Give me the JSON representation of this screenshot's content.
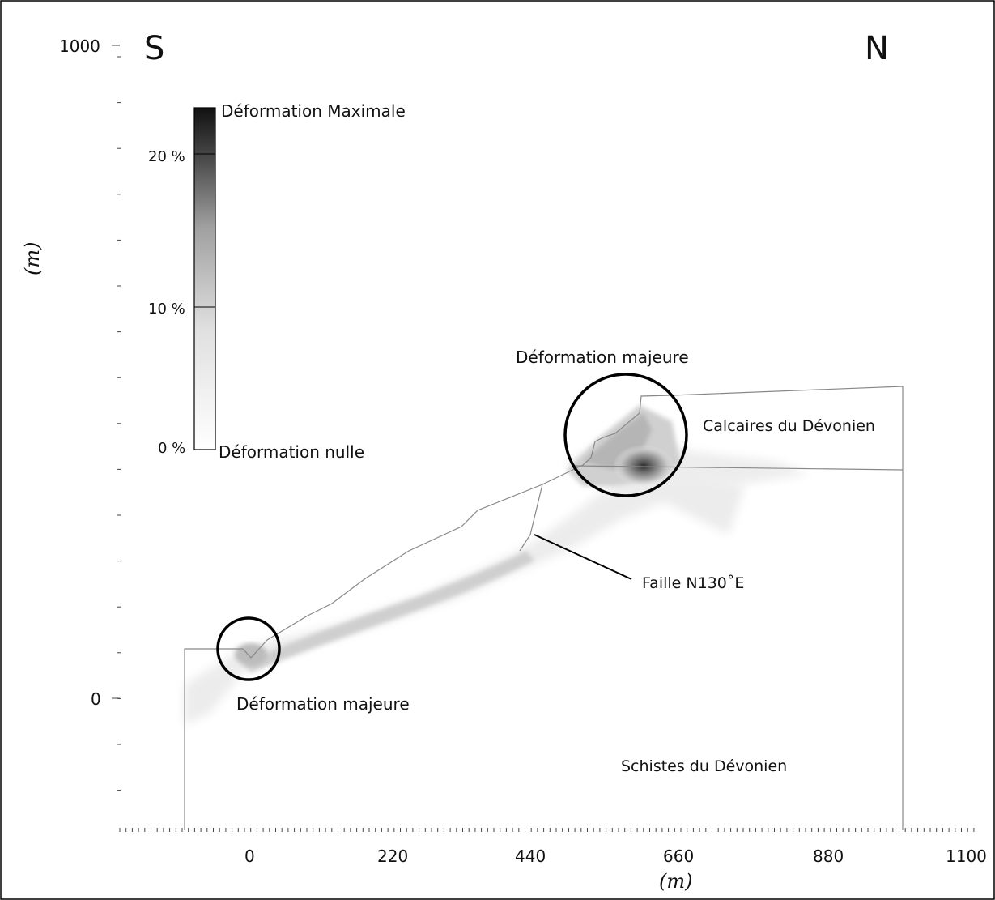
{
  "directions": {
    "south": "S",
    "north": "N"
  },
  "axes": {
    "x_label": "(m)",
    "y_label": "(m)",
    "x_ticks": [
      "0",
      "220",
      "440",
      "660",
      "880",
      "1100"
    ],
    "y_ticks": [
      "1000",
      "0"
    ]
  },
  "legend": {
    "max_label": "Déformation Maximale",
    "min_label": "Déformation nulle",
    "ticks": [
      "20 %",
      "10 %",
      "0 %"
    ],
    "colors": {
      "max": "#1a1a1a",
      "min": "#ffffff"
    }
  },
  "annotations": {
    "major_upper": "Déformation majeure",
    "major_lower": "Déformation majeure",
    "limestone": "Calcaires du Dévonien",
    "schist": "Schistes du Dévonien",
    "fault": "Faille N130˚E"
  },
  "colors": {
    "outline": "#888888",
    "frame": "#000000",
    "strain_light": "#e6e6e6",
    "strain_mid": "#cfcfcf",
    "strain_dark": "#9a9a9a",
    "strain_core": "#4a4a4a"
  }
}
